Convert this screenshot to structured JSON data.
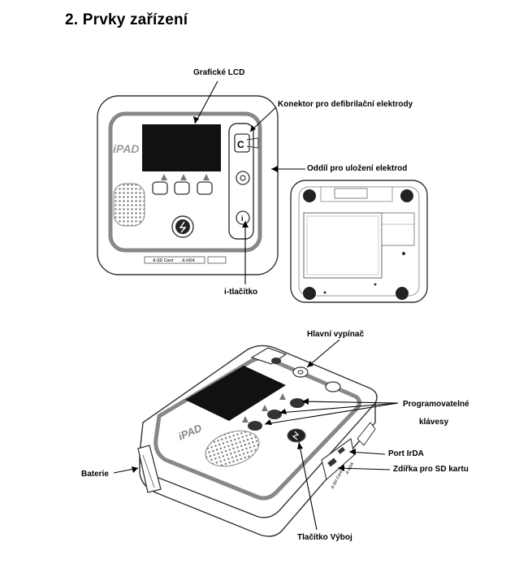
{
  "heading": "2. Prvky zařízení",
  "labels": {
    "lcd": "Grafické LCD",
    "electrode_connector": "Konektor pro defibrilační elektrody",
    "electrode_storage": "Oddíl pro uložení elektrod",
    "i_button": "i-tlačítko",
    "main_switch": "Hlavní vypínač",
    "programmable_keys_line1": "Programovatelné",
    "programmable_keys_line2": "klávesy",
    "irda_port": "Port IrDA",
    "sd_slot": "Zdířka pro SD kartu",
    "battery": "Baterie",
    "shock_button": "Tlačítko Výboj"
  },
  "device_markings": {
    "brand": "iPAD",
    "sd_card_label": "A-SD Card",
    "irda_label": "A-IrDA"
  }
}
